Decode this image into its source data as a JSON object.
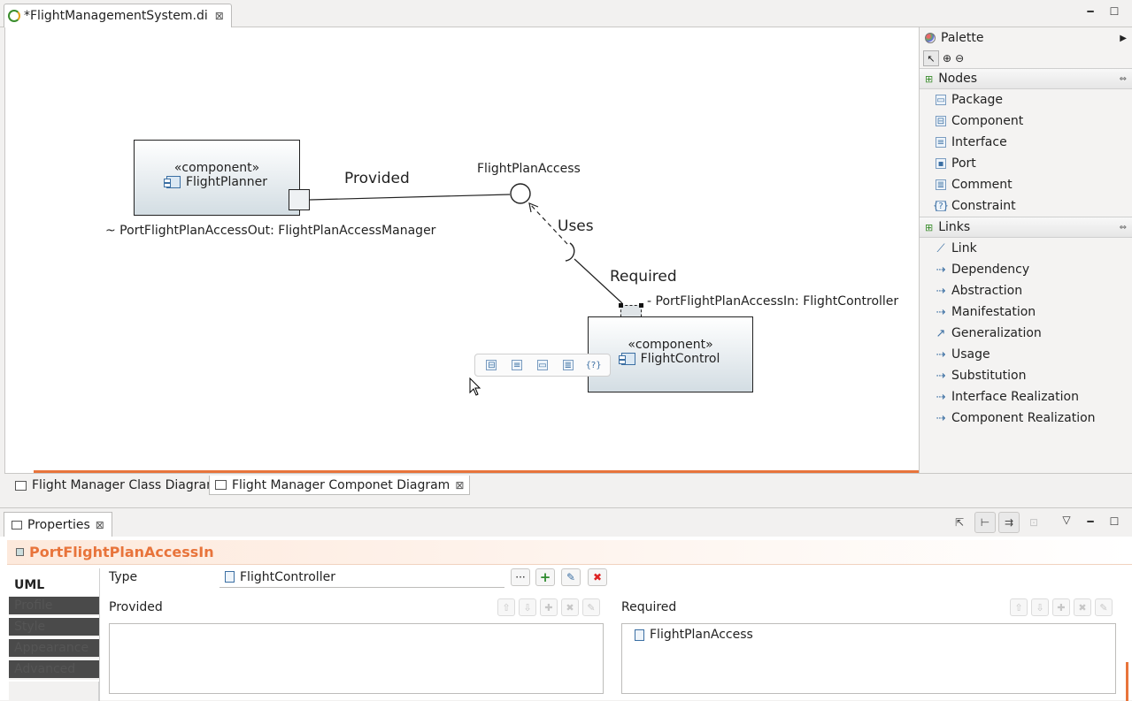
{
  "editor": {
    "tab_title": "*FlightManagementSystem.di",
    "close_glyph": "⊠"
  },
  "diagram": {
    "comp1": {
      "stereotype": "«component»",
      "name": "FlightPlanner"
    },
    "comp2": {
      "stereotype": "«component»",
      "name": "FlightControl"
    },
    "port_out_label": "~ PortFlightPlanAccessOut: FlightPlanAccessManager",
    "port_in_label": "- PortFlightPlanAccessIn: FlightController",
    "interface_label": "FlightPlanAccess",
    "provided_label": "Provided",
    "required_label": "Required",
    "uses_label": "Uses",
    "popup_icons": [
      "component-icon",
      "interface-icon",
      "package-icon",
      "comment-icon",
      "constraint-icon"
    ]
  },
  "palette": {
    "title": "Palette",
    "nodes_title": "Nodes",
    "nodes": [
      {
        "label": "Package",
        "icon": "package-icon",
        "glyph": "▭"
      },
      {
        "label": "Component",
        "icon": "component-icon",
        "glyph": "⊟"
      },
      {
        "label": "Interface",
        "icon": "interface-icon",
        "glyph": "≡"
      },
      {
        "label": "Port",
        "icon": "port-icon",
        "glyph": "▪"
      },
      {
        "label": "Comment",
        "icon": "comment-icon",
        "glyph": "≣"
      },
      {
        "label": "Constraint",
        "icon": "constraint-icon",
        "glyph": "{?}"
      }
    ],
    "links_title": "Links",
    "links": [
      {
        "label": "Link",
        "icon": "link-icon",
        "glyph": "⟋"
      },
      {
        "label": "Dependency",
        "icon": "dependency-icon",
        "glyph": "⇢"
      },
      {
        "label": "Abstraction",
        "icon": "abstraction-icon",
        "glyph": "⇢"
      },
      {
        "label": "Manifestation",
        "icon": "manifestation-icon",
        "glyph": "⇢"
      },
      {
        "label": "Generalization",
        "icon": "generalization-icon",
        "glyph": "↗"
      },
      {
        "label": "Usage",
        "icon": "usage-icon",
        "glyph": "⇢"
      },
      {
        "label": "Substitution",
        "icon": "substitution-icon",
        "glyph": "⇢"
      },
      {
        "label": "Interface Realization",
        "icon": "interface-realization-icon",
        "glyph": "⇢"
      },
      {
        "label": "Component Realization",
        "icon": "component-realization-icon",
        "glyph": "⇢"
      }
    ]
  },
  "diagram_tabs": [
    {
      "label": "Flight Manager Class Diagram"
    },
    {
      "label": "Flight Manager Componet Diagram"
    }
  ],
  "properties": {
    "tab_title": "Properties",
    "element_name": "PortFlightPlanAccessIn",
    "vtabs": [
      "UML",
      "Profile",
      "Style",
      "Appearance",
      "Advanced"
    ],
    "type_label": "Type",
    "type_value": "FlightController",
    "provided_label": "Provided",
    "required_label": "Required",
    "required_items": [
      "FlightPlanAccess"
    ],
    "browse_glyph": "···",
    "add_glyph": "+",
    "edit_glyph": "✎",
    "delete_glyph": "✖"
  },
  "colors": {
    "accent": "#e8743b",
    "component_fill": "#d3dde3",
    "link_blue": "#3b6fa3"
  }
}
